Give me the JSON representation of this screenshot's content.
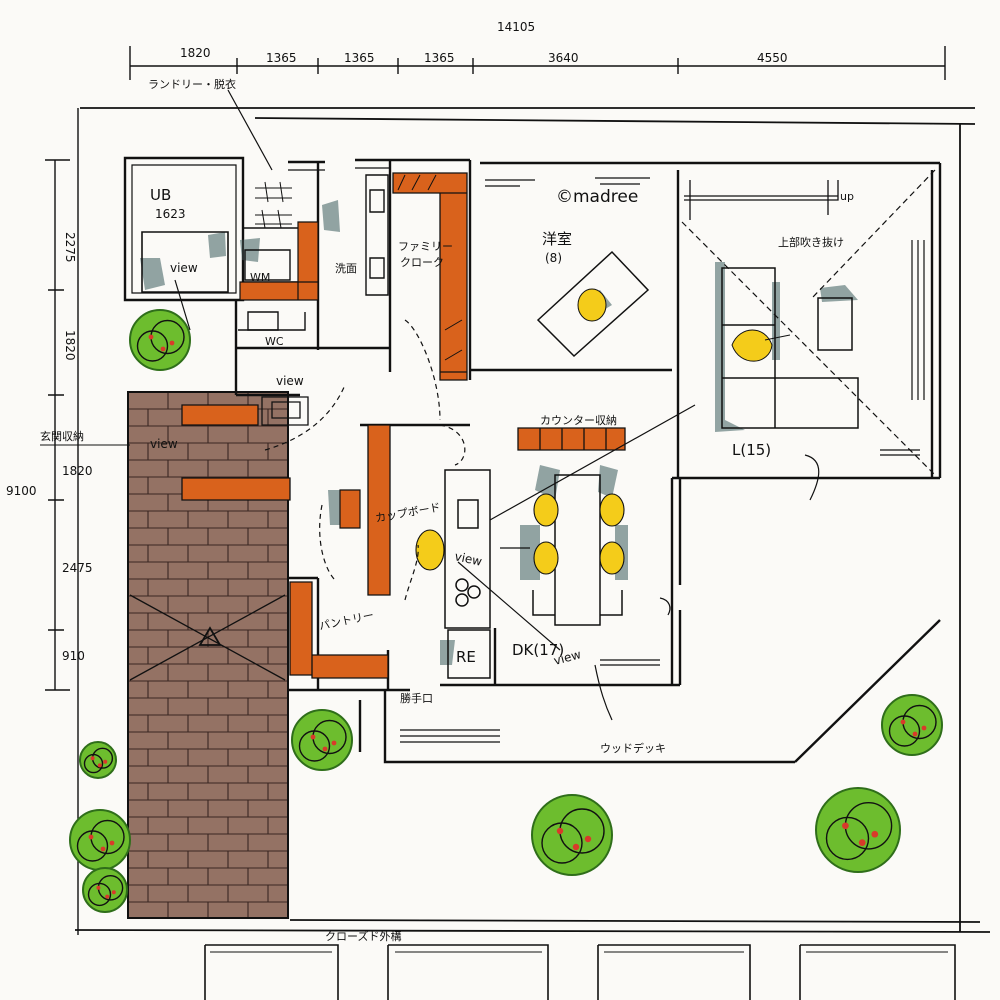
{
  "colors": {
    "wall": "#1a1a1a",
    "brick": "#8e6a5c",
    "brick_line": "#3a2722",
    "furniture_orange": "#d9621c",
    "grey_wash": "#7f9494",
    "chair_yellow": "#f4cc1a",
    "tree_green": "#6dbd2e",
    "tree_dark": "#2f6e1a",
    "tree_red": "#d93a2a",
    "paper": "#fbfaf7"
  },
  "dimensions": {
    "total_width": "14105",
    "top_segments": [
      "1820",
      "1365",
      "1365",
      "1365",
      "3640",
      "4550"
    ],
    "total_depth": "9100",
    "left_segments": [
      "2275",
      "1820",
      "1820",
      "2475",
      "910"
    ]
  },
  "labels": {
    "copyright": "©madree",
    "laundry": "ランドリー・脱衣",
    "ub": "UB",
    "ub_size": "1623",
    "view_1": "view",
    "view_2": "view",
    "view_3": "view",
    "view_4": "view",
    "view_5": "view",
    "wm": "WM",
    "wc": "WC",
    "washroom": "洗面",
    "family_closet_1": "ファミリー",
    "family_closet_2": "クローク",
    "western_room": "洋室",
    "western_room_size": "(8)",
    "stairwell": "上部吹き抜け",
    "up": "up",
    "entrance": "玄関収納",
    "counter": "カウンター収納",
    "cupboard": "カップボード",
    "pantry": "パントリー",
    "living": "L(15)",
    "dk": "DK(17)",
    "re": "RE",
    "back_door": "勝手口",
    "wood_deck": "ウッドデッキ",
    "closed_outside": "クローズド外構"
  }
}
